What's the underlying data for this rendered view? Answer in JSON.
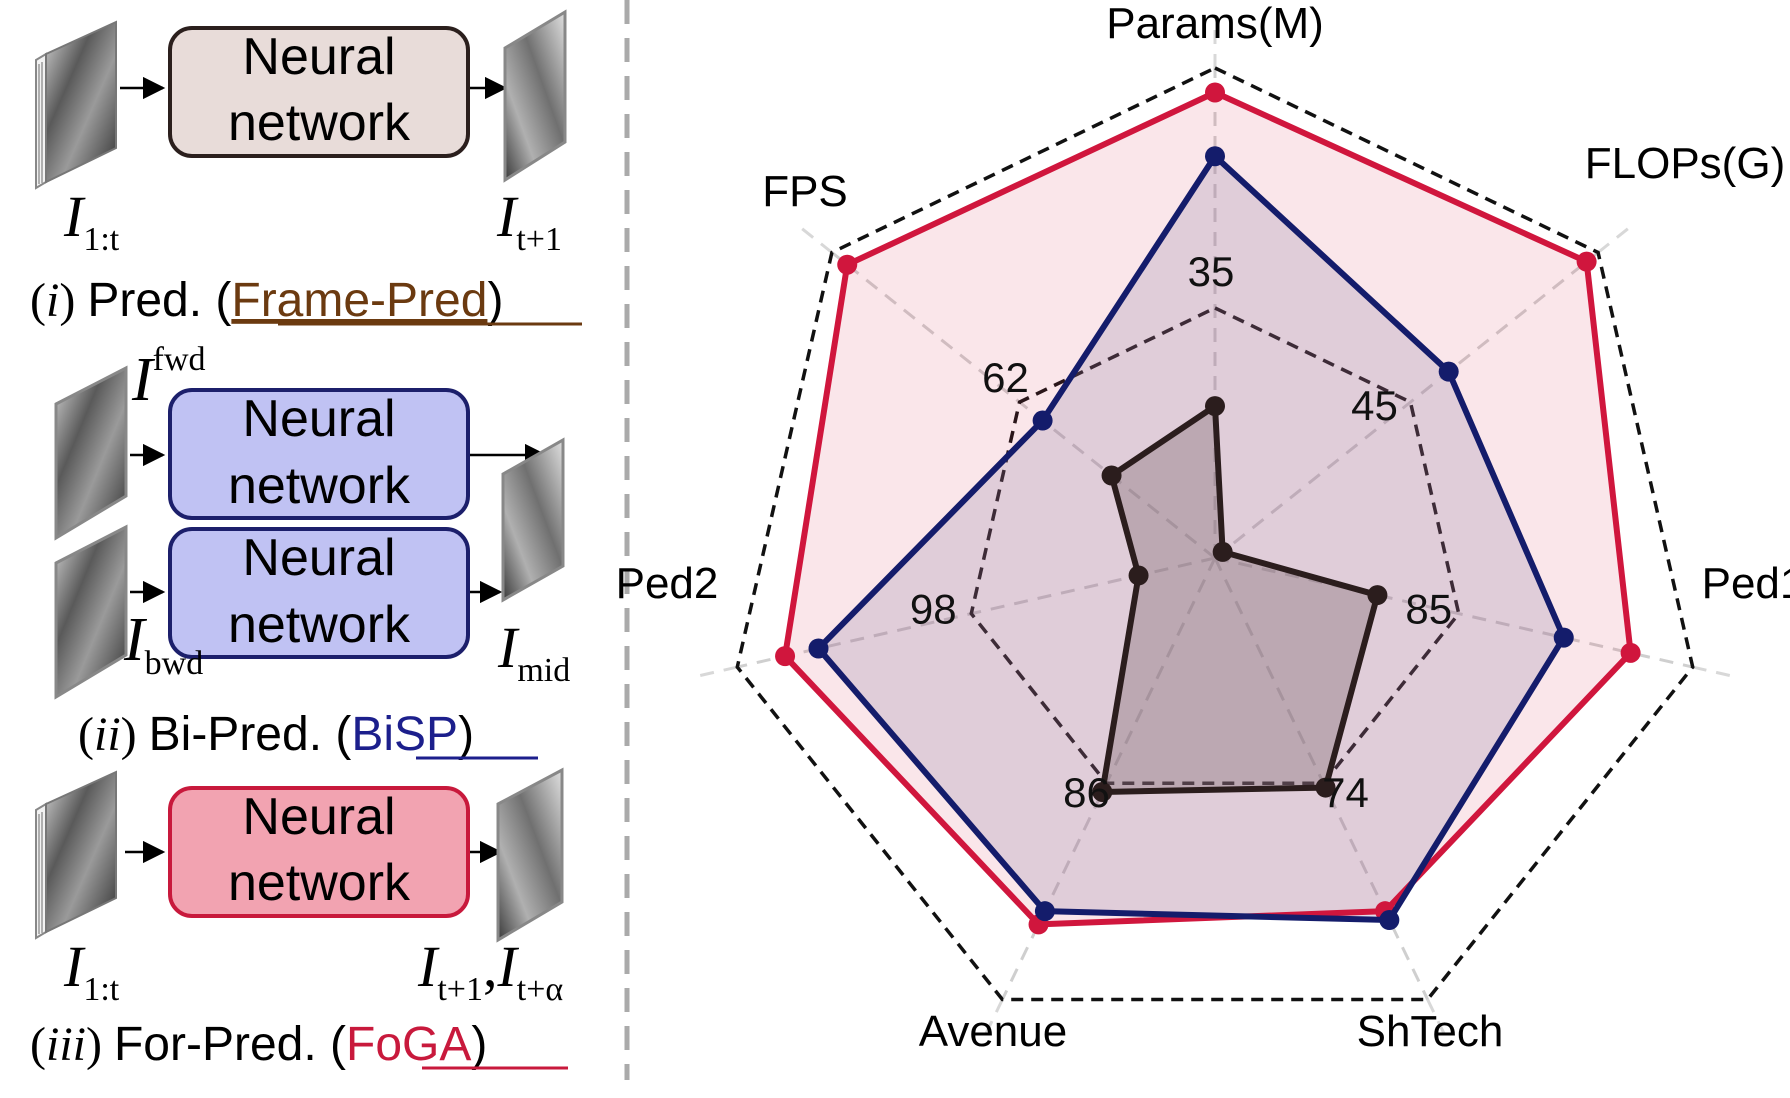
{
  "panels": {
    "pred": {
      "box_text": [
        "Neural",
        "network"
      ],
      "input_label": "I",
      "input_sub": "1:t",
      "output_label": "I",
      "output_sub": "t+1",
      "caption_roman": "i",
      "caption_text": "Pred.",
      "method": "Frame-Pred",
      "colors": {
        "box_fill": "#e8dcd9",
        "box_stroke": "#2b1f1d",
        "method": "#6b3a10"
      }
    },
    "bipred": {
      "box_text": [
        "Neural",
        "network"
      ],
      "top_label": "I",
      "top_sup": "fwd",
      "bottom_label": "I",
      "bottom_sub": "bwd",
      "output_label": "I",
      "output_sub": "mid",
      "caption_roman": "ii",
      "caption_text": "Bi-Pred.",
      "method": "BiSP",
      "colors": {
        "box_fill": "#c0c2f3",
        "box_stroke": "#1c1f6b",
        "method": "#1c1f8c"
      }
    },
    "forpred": {
      "box_text": [
        "Neural",
        "network"
      ],
      "input_label": "I",
      "input_sub": "1:t",
      "output_label1": "I",
      "output_sub1": "t+1",
      "output_sep": ",",
      "output_label2": "I",
      "output_sub2": "t+α",
      "caption_roman": "iii",
      "caption_text": "For-Pred.",
      "method": "FoGA",
      "colors": {
        "box_fill": "#f2a3b1",
        "box_stroke": "#c8193c",
        "method": "#c8193c"
      }
    }
  },
  "chart_data": {
    "type": "radar",
    "axes": [
      "Params(M)",
      "FLOPs(G)",
      "Ped1",
      "ShTech",
      "Avenue",
      "Ped2",
      "FPS"
    ],
    "inner_ring_ticks": [
      "35",
      "45",
      "85",
      "74",
      "86",
      "98",
      "62"
    ],
    "series": [
      {
        "color": "#d0163d",
        "fill": "rgba(220,60,95,0.13)",
        "values": [
          0.95,
          0.97,
          0.87,
          0.8,
          0.83,
          0.9,
          0.96
        ]
      },
      {
        "color": "#141c6b",
        "fill": "rgba(130,120,160,0.22)",
        "values": [
          0.82,
          0.61,
          0.73,
          0.82,
          0.8,
          0.83,
          0.45
        ]
      },
      {
        "color": "#2b1d1d",
        "fill": "rgba(120,100,105,0.35)",
        "values": [
          0.31,
          0.02,
          0.34,
          0.52,
          0.53,
          0.16,
          0.27
        ]
      }
    ]
  }
}
